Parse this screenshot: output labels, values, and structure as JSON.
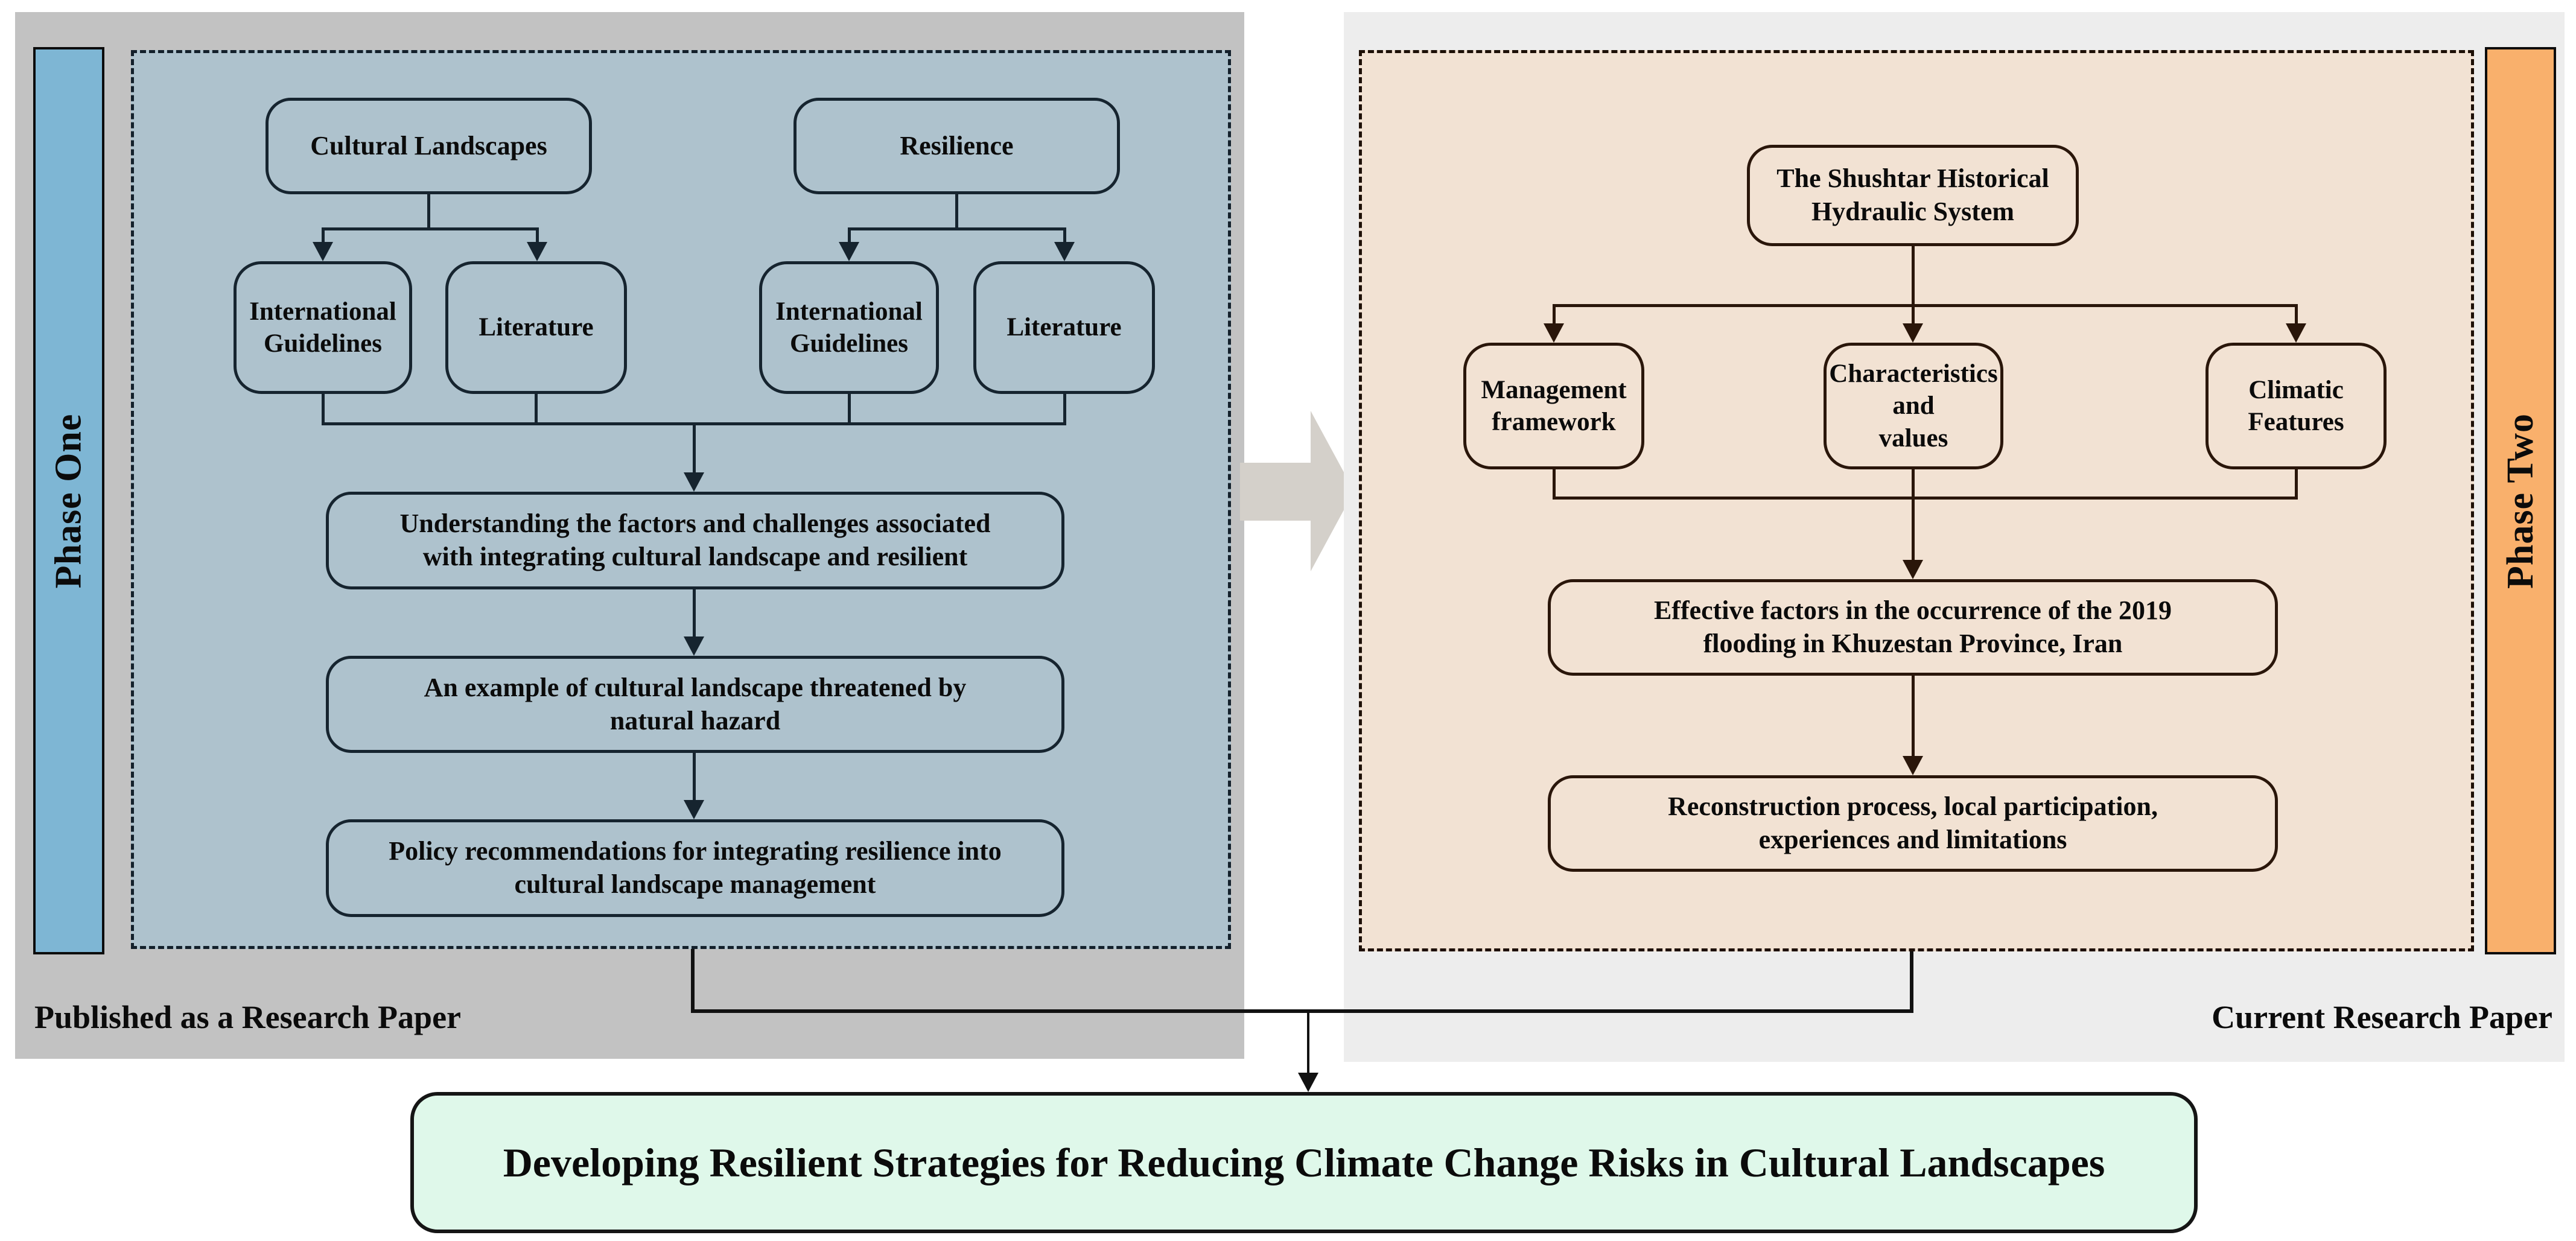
{
  "figure": {
    "left": {
      "phase_label": "Phase One",
      "caption": "Published as a Research Paper",
      "boxes": {
        "cultural": "Cultural Landscapes",
        "resilience": "Resilience",
        "guidelines_a": "International\nGuidelines",
        "literature_a": "Literature",
        "guidelines_b": "International\nGuidelines",
        "literature_b": "Literature",
        "understanding": "Understanding the factors and challenges associated\nwith integrating cultural landscape and resilient",
        "example": "An example of cultural landscape threatened by\nnatural hazard",
        "policy": "Policy recommendations for integrating resilience into\ncultural landscape management"
      }
    },
    "right": {
      "phase_label": "Phase Two",
      "caption": "Current Research Paper",
      "boxes": {
        "shushtar": "The Shushtar Historical\nHydraulic System",
        "management": "Management\nframework",
        "characteristics": "Characteristics\nand\nvalues",
        "climatic": "Climatic\nFeatures",
        "effective": "Effective factors in the occurrence of the 2019\nflooding in Khuzestan Province, Iran",
        "reconstruction": "Reconstruction process, local participation,\nexperiences and limitations"
      }
    },
    "outcome": "Developing Resilient Strategies for Reducing Climate Change Risks in Cultural Landscapes"
  },
  "colors": {
    "page_bg": "#ffffff",
    "text": "#0b0b0b",
    "left_outer": "#c2c2c2",
    "left_inner": "#aec2cd",
    "left_line": "#16242f",
    "phase_one_fill": "#7eb6d4",
    "right_outer": "#ededed",
    "right_inner": "#f2e2d3",
    "right_line": "#2a160a",
    "phase_two_fill": "#f9b06c",
    "band_border": "#0c0c0c",
    "connector": "#111111",
    "big_arrow": "#d4d0ca",
    "outcome_fill": "#dff8ea",
    "outcome_border": "#151515"
  }
}
